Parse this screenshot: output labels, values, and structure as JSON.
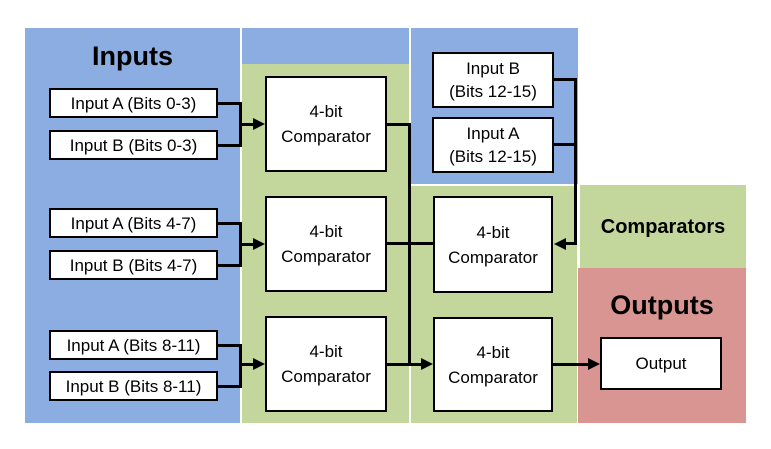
{
  "colors": {
    "inputs_region": "#8BADE1",
    "comparators_region": "#C3D69B",
    "outputs_region": "#D99592",
    "box_fill": "#FFFFFF",
    "box_border": "#000000",
    "wire": "#000000",
    "background": "#FFFFFF"
  },
  "region_titles": {
    "inputs": "Inputs",
    "comparators": "Comparators",
    "outputs": "Outputs"
  },
  "input_boxes": [
    {
      "label": "Input A (Bits 0-3)"
    },
    {
      "label": "Input B (Bits 0-3)"
    },
    {
      "label": "Input A (Bits 4-7)"
    },
    {
      "label": "Input B (Bits 4-7)"
    },
    {
      "label": "Input A (Bits 8-11)"
    },
    {
      "label": "Input B (Bits 8-11)"
    }
  ],
  "input_boxes_12_15": [
    {
      "line1": "Input B",
      "line2": "(Bits 12-15)"
    },
    {
      "line1": "Input A",
      "line2": "(Bits 12-15)"
    }
  ],
  "comparator_boxes": [
    {
      "line1": "4-bit",
      "line2": "Comparator"
    },
    {
      "line1": "4-bit",
      "line2": "Comparator"
    },
    {
      "line1": "4-bit",
      "line2": "Comparator"
    },
    {
      "line1": "4-bit",
      "line2": "Comparator"
    },
    {
      "line1": "4-bit",
      "line2": "Comparator"
    }
  ],
  "output_box": {
    "label": "Output"
  }
}
